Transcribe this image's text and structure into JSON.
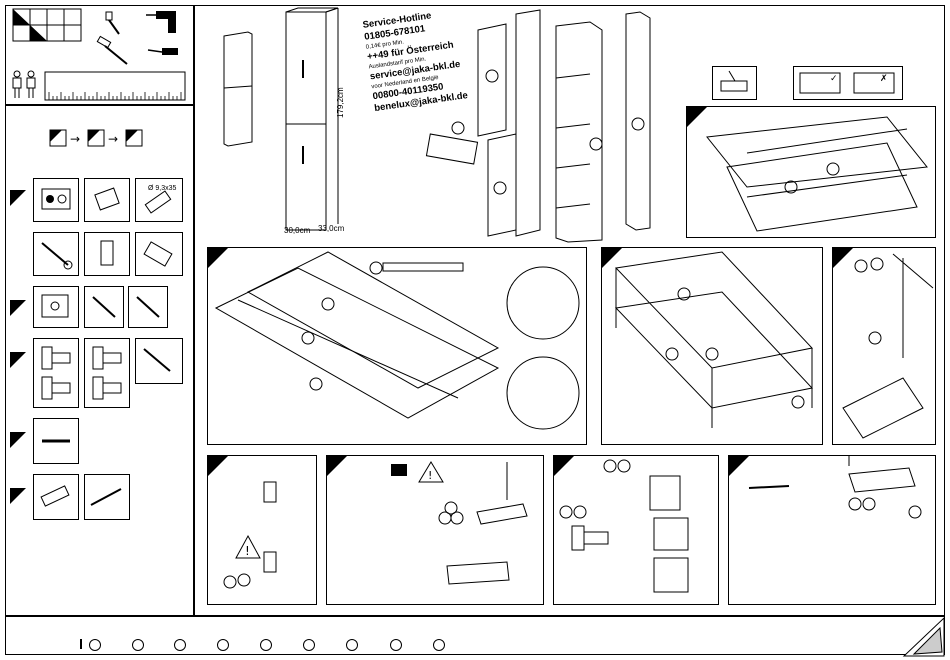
{
  "hotline": {
    "title": "Service-Hotline",
    "de_number": "01805-678101",
    "de_cost": "0,14€ pro Min.",
    "at_number": "++49 für Österreich",
    "at_note": "Auslandstarif pro Min.",
    "de_email": "service@jaka-bkl.de",
    "nl_note": "voor Nederland en België",
    "nl_number": "00800-40119350",
    "nl_email": "benelux@jaka-bkl.de"
  },
  "dimensions": {
    "height": "179,2cm",
    "width": "30,0cm",
    "depth": "33,0cm"
  },
  "hardware": {
    "dowel_spec": "Ø 9,3x35"
  },
  "footer": {
    "checkbox_count": 9
  }
}
